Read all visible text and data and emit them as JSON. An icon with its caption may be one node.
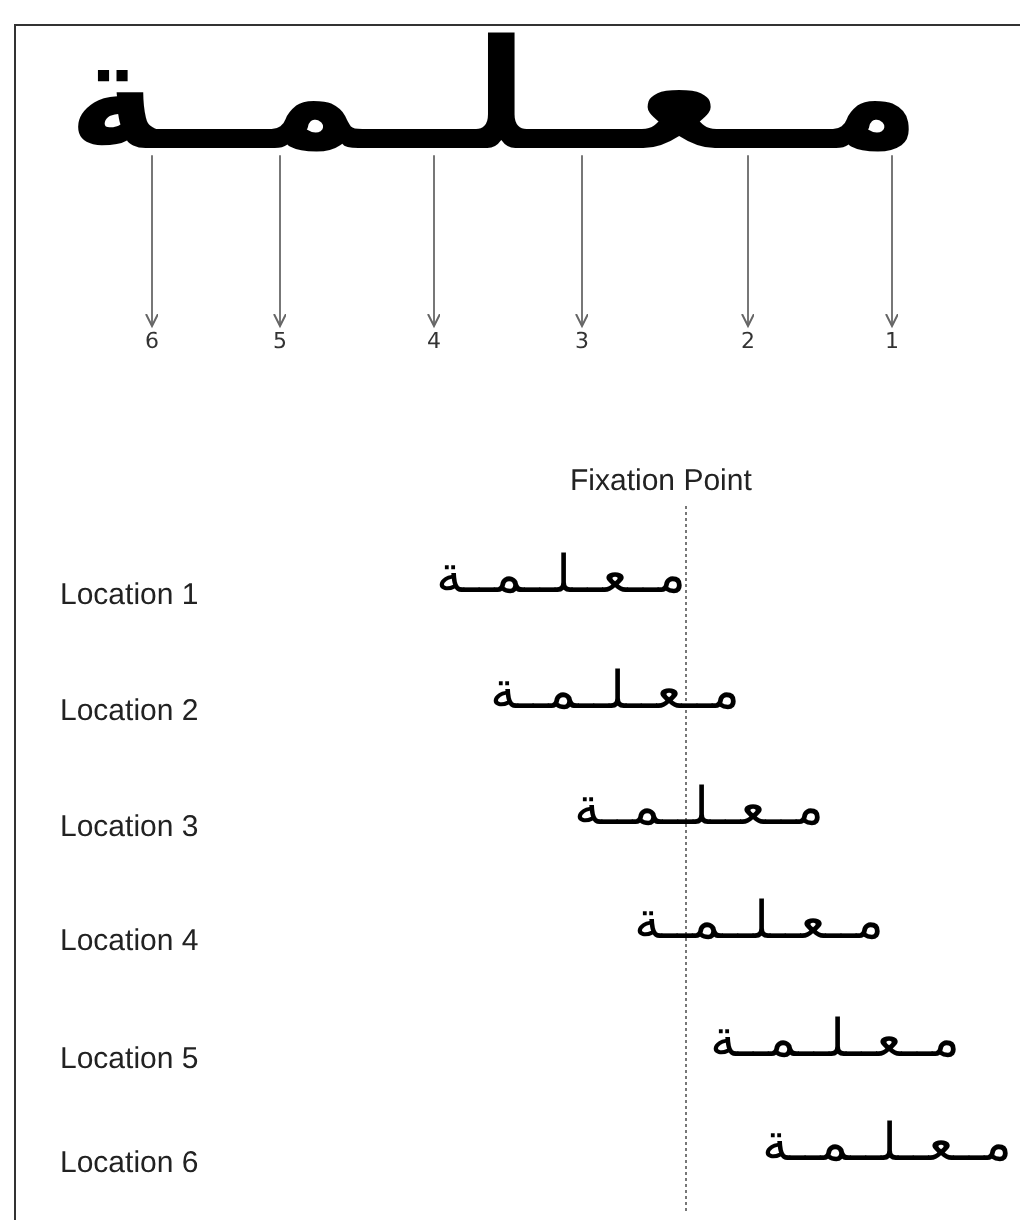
{
  "diagram": {
    "nodes": [
      {
        "text": [
          "مــعــلــمــة"
        ]
      },
      {
        "text": [
          "6"
        ]
      },
      {
        "text": [
          "5"
        ]
      },
      {
        "text": [
          "4"
        ]
      },
      {
        "text": [
          "3"
        ]
      },
      {
        "text": [
          "2"
        ]
      },
      {
        "text": [
          "1"
        ]
      }
    ],
    "edges": [
      {
        "from": 0,
        "to": 1,
        "arrow": "to"
      },
      {
        "from": 0,
        "to": 2,
        "arrow": "to"
      },
      {
        "from": 0,
        "to": 3,
        "arrow": "to"
      },
      {
        "from": 0,
        "to": 4,
        "arrow": "to"
      },
      {
        "from": 0,
        "to": 5,
        "arrow": "to"
      },
      {
        "from": 0,
        "to": 6,
        "arrow": "to"
      }
    ],
    "labels": [
      "Fixation Point",
      "Location 1",
      "مــعــلــمــة",
      "Location 2",
      "مــعــلــمــة",
      "Location 3",
      "مــعــلــمــة",
      "Location 4",
      "مــعــلــمــة",
      "Location 5",
      "مــعــلــمــة",
      "Location 6",
      "مــعــلــمــة"
    ]
  }
}
